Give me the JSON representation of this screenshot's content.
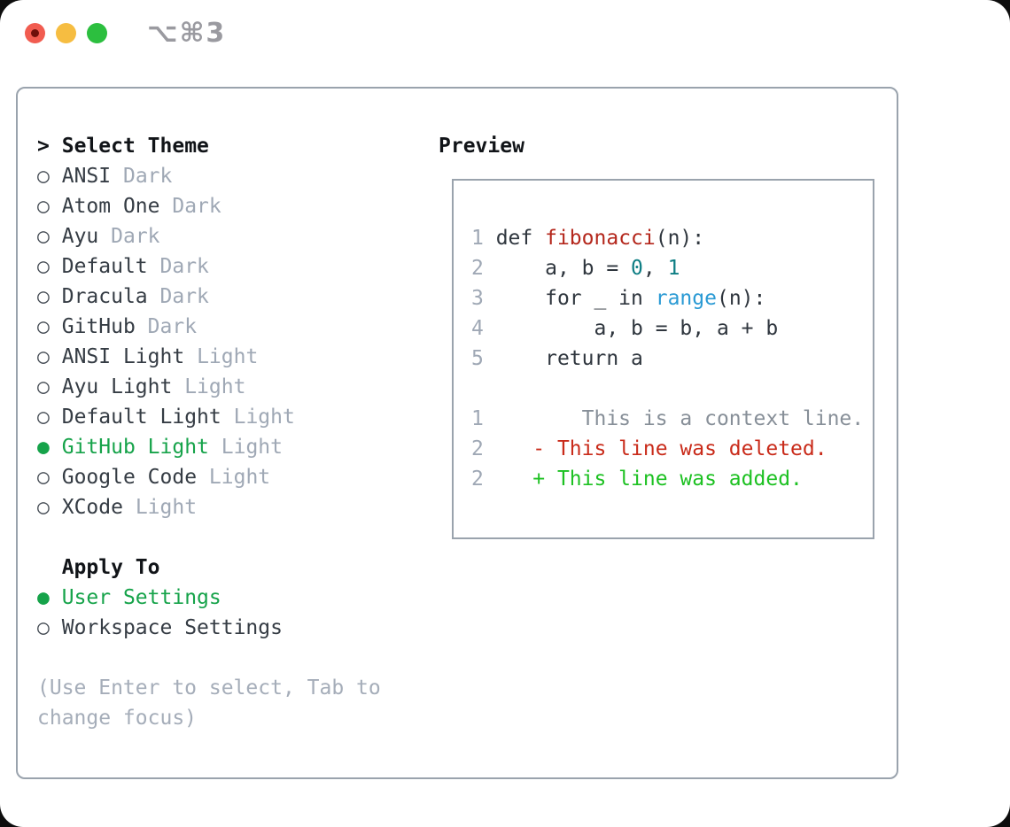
{
  "window": {
    "shortcut_label": "⌥⌘3",
    "traffic_lights": {
      "close_color": "#f15c50",
      "close_dot_color": "#6e100a",
      "minimize_color": "#f6bd41",
      "zoom_color": "#2cbf3f"
    }
  },
  "theme_picker": {
    "title_prefix": ">",
    "title": "Select Theme",
    "items": [
      {
        "name": "ANSI",
        "variant": "Dark",
        "selected": false
      },
      {
        "name": "Atom One",
        "variant": "Dark",
        "selected": false
      },
      {
        "name": "Ayu",
        "variant": "Dark",
        "selected": false
      },
      {
        "name": "Default",
        "variant": "Dark",
        "selected": false
      },
      {
        "name": "Dracula",
        "variant": "Dark",
        "selected": false
      },
      {
        "name": "GitHub",
        "variant": "Dark",
        "selected": false
      },
      {
        "name": "ANSI Light",
        "variant": "Light",
        "selected": false
      },
      {
        "name": "Ayu Light",
        "variant": "Light",
        "selected": false
      },
      {
        "name": "Default Light",
        "variant": "Light",
        "selected": false
      },
      {
        "name": "GitHub Light",
        "variant": "Light",
        "selected": true
      },
      {
        "name": "Google Code",
        "variant": "Light",
        "selected": false
      },
      {
        "name": "XCode",
        "variant": "Light",
        "selected": false
      }
    ],
    "radio_glyph_off": "○",
    "radio_glyph_on": "●",
    "apply_to": {
      "title": "Apply To",
      "options": [
        {
          "label": "User Settings",
          "selected": true
        },
        {
          "label": "Workspace Settings",
          "selected": false
        }
      ]
    },
    "hint_lines": [
      "(Use Enter to select, Tab to",
      "change focus)"
    ]
  },
  "preview": {
    "title": "Preview",
    "lines": [
      [
        {
          "t": "1",
          "s": "ln"
        },
        {
          "t": " def ",
          "s": "code"
        },
        {
          "t": "fibonacci",
          "s": "fn"
        },
        {
          "t": "(n):",
          "s": "code"
        }
      ],
      [
        {
          "t": "2",
          "s": "ln"
        },
        {
          "t": "     a, b = ",
          "s": "code"
        },
        {
          "t": "0",
          "s": "lit"
        },
        {
          "t": ", ",
          "s": "code"
        },
        {
          "t": "1",
          "s": "lit"
        }
      ],
      [
        {
          "t": "3",
          "s": "ln"
        },
        {
          "t": "     for _ in ",
          "s": "code"
        },
        {
          "t": "range",
          "s": "builtin"
        },
        {
          "t": "(n):",
          "s": "code"
        }
      ],
      [
        {
          "t": "4",
          "s": "ln"
        },
        {
          "t": "         a, b = b, a + b",
          "s": "code"
        }
      ],
      [
        {
          "t": "5",
          "s": "ln"
        },
        {
          "t": "     return a",
          "s": "code"
        }
      ],
      [],
      [
        {
          "t": "1",
          "s": "ln"
        },
        {
          "t": "        This is a context line.",
          "s": "ctx"
        }
      ],
      [
        {
          "t": "2",
          "s": "ln"
        },
        {
          "t": "    - This line was deleted.",
          "s": "del"
        }
      ],
      [
        {
          "t": "2",
          "s": "ln"
        },
        {
          "t": "    + This line was added.",
          "s": "add"
        }
      ]
    ]
  },
  "colors": {
    "accent_green": "#16a34a",
    "diff_add_green": "#1dc122",
    "diff_del_red": "#c92b1a",
    "syntax_function_red": "#b4271c",
    "syntax_literal_teal": "#0e7e84",
    "syntax_builtin_blue": "#2a9ad4",
    "border_gray": "#9aa3ad",
    "muted_gray": "#9fa8b5"
  }
}
